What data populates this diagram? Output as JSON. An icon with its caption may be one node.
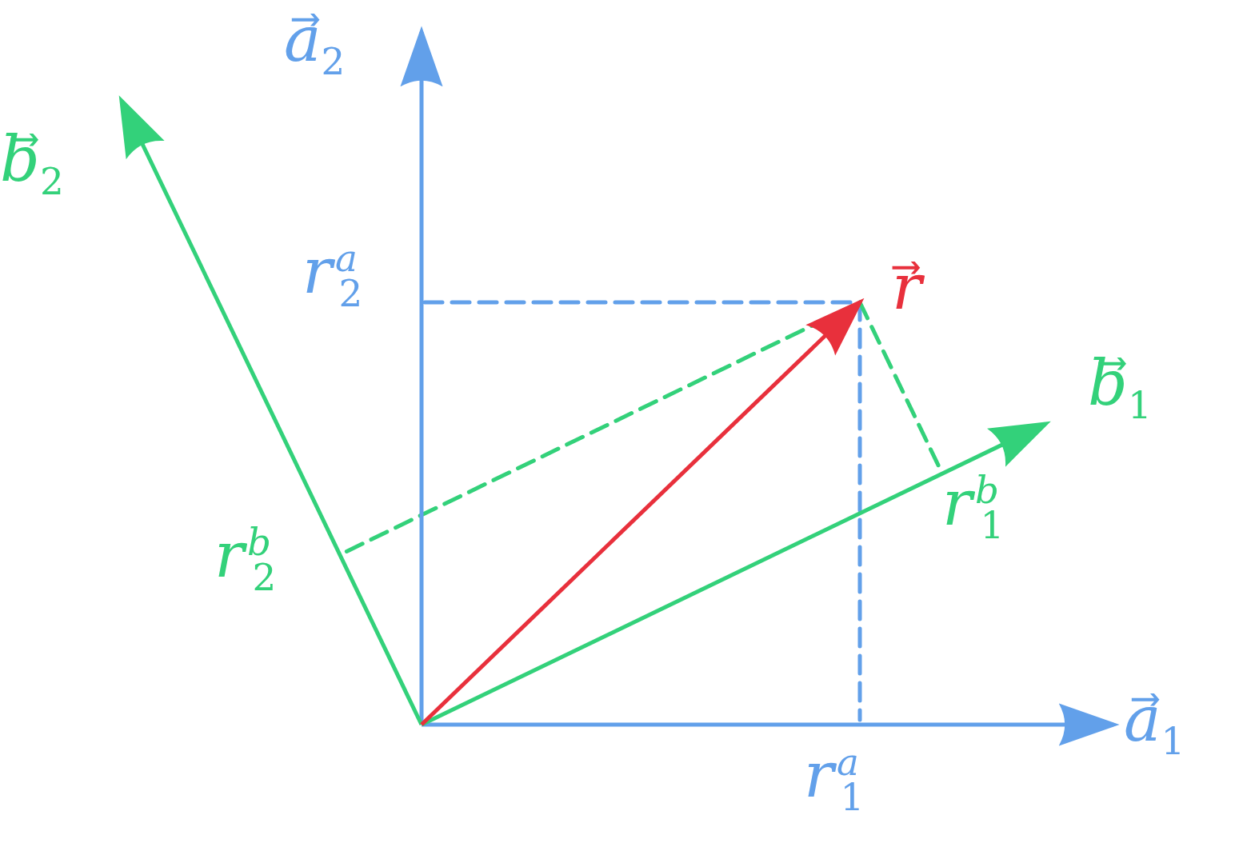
{
  "diagram": {
    "labels": [
      "a⃗$_{2}$",
      "b⃗$_{2}$",
      "r$^{a}$$_{2}$",
      "r⃗",
      "b⃗$_{1}$",
      "r$^{b}$$_{1}$",
      "r$^{b}$$_{2}$",
      "a⃗$_{1}$",
      "r$^{a}$$_{1}$"
    ]
  }
}
